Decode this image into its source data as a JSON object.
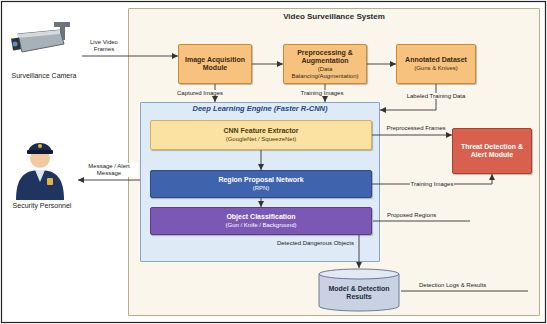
{
  "diagram": {
    "nodes": [
      {
        "text": [
          "Surveillance Camera"
        ]
      },
      {
        "text": [
          "Security Personnel"
        ]
      },
      {
        "text": [
          "Video Surveillance System"
        ]
      },
      {
        "text": [
          "Image Acquisition Module"
        ],
        "in": 2
      },
      {
        "text": [
          "Preprocessing & Augmentation",
          "(Data Balancing/Augmentation)"
        ],
        "in": 2
      },
      {
        "text": [
          "Annotated Dataset",
          "(Guns & Knives)"
        ],
        "in": 2
      },
      {
        "text": [
          "Deep Learning Engine (Faster R-CNN)"
        ],
        "in": 2
      },
      {
        "text": [
          "CNN Feature Extractor",
          "(GoogleNet / SqueezeNet)"
        ],
        "in": 6
      },
      {
        "text": [
          "Region Proposal Network",
          "(RPN)"
        ],
        "in": 6
      },
      {
        "text": [
          "Object Classification",
          "(Gun / Knife / Background)"
        ],
        "in": 6
      },
      {
        "text": [
          "Threat Detection & Alert Module"
        ],
        "in": 2
      },
      {
        "text": [
          "Model & Detection Results"
        ],
        "in": 2
      }
    ],
    "edges": [
      {
        "from": 0,
        "to": 3,
        "arrow": "to",
        "label": "Live Video Frames"
      },
      {
        "from": 3,
        "to": 4,
        "arrow": "to"
      },
      {
        "from": 4,
        "to": 5,
        "arrow": "to"
      },
      {
        "from": 3,
        "to": 6,
        "arrow": "to",
        "label": "Captured Images"
      },
      {
        "from": 4,
        "to": 6,
        "arrow": "to",
        "label": "Training Images"
      },
      {
        "from": 5,
        "to": 6,
        "arrow": "to",
        "label": "Labeled Training Data"
      },
      {
        "from": 6,
        "to": 1,
        "arrow": "to",
        "label": "Message / Alert Message"
      },
      {
        "from": 7,
        "to": 10,
        "arrow": "to",
        "label": "Preprocessed Frames"
      },
      {
        "from": 7,
        "to": 8,
        "arrow": "to"
      },
      {
        "from": 8,
        "to": 9,
        "arrow": "to"
      },
      {
        "from": 8,
        "to": 10,
        "arrow": "to",
        "label": "Training Images"
      },
      {
        "from": 9,
        "to": 11,
        "arrow": "to",
        "label": "Detected Dangerous Objects"
      }
    ],
    "labels": [
      "Proposed Regions",
      "Detection Logs & Results"
    ]
  }
}
